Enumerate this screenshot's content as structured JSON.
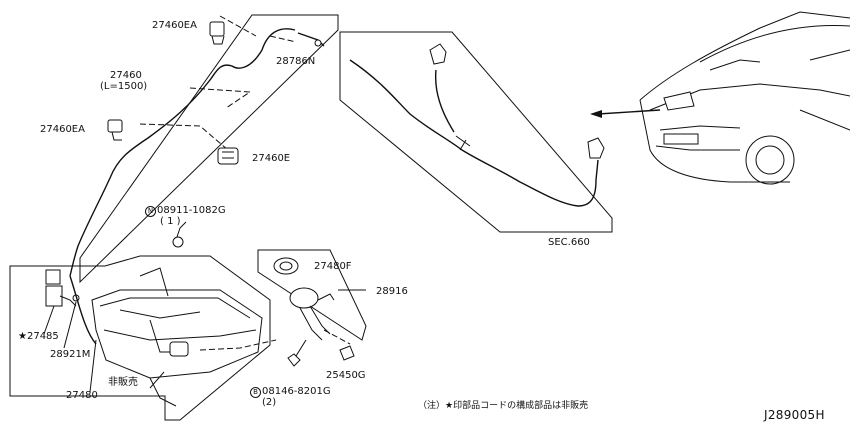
{
  "labels": {
    "p27460EA_top": "27460EA",
    "p28786N": "28786N",
    "p27460": "27460",
    "p27460_len": "(L=1500)",
    "p27460EA_mid": "27460EA",
    "p27460E": "27460E",
    "p08911": "08911-1082G",
    "p08911_qty": "( 1 )",
    "p27480F": "27480F",
    "p28916": "28916",
    "p27485": "27485",
    "p28921M": "28921M",
    "p27480": "27480",
    "not_for_sale": "非販売",
    "p08146": "08146-8201G",
    "p08146_qty": "(2)",
    "p25450G": "25450G",
    "sec660": "SEC.660",
    "footnote": "（注）★印部品コードの構成部品は非販売",
    "diagram_code": "J289005H"
  },
  "symbols": {
    "circle_n": "N",
    "circle_b": "B",
    "star": "★"
  }
}
